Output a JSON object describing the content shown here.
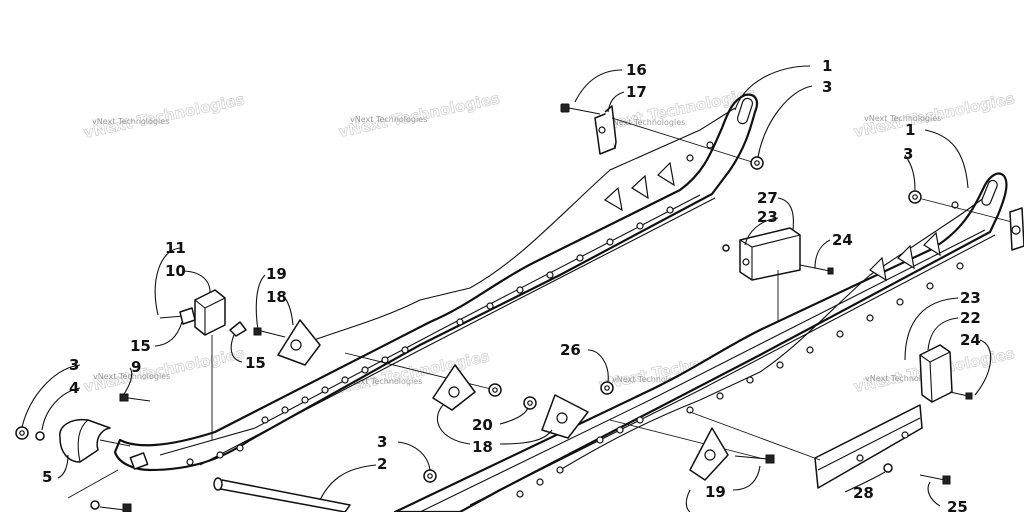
{
  "watermark": {
    "text": "vNext Technologies"
  },
  "callouts": {
    "c1a": "1",
    "c3a": "3",
    "c16": "16",
    "c17": "17",
    "c1b": "1",
    "c3b": "3",
    "c27": "27",
    "c23a": "23",
    "c24a": "24",
    "c23b": "23",
    "c22": "22",
    "c24b": "24",
    "c11": "11",
    "c10": "10",
    "c19a": "19",
    "c18a": "18",
    "c15a": "15",
    "c15b": "15",
    "c3c": "3",
    "c9": "9",
    "c4": "4",
    "c5": "5",
    "c26": "26",
    "c20": "20",
    "c18b": "18",
    "c3d": "3",
    "c2": "2",
    "c19b": "19",
    "c28": "28",
    "c25": "25"
  }
}
